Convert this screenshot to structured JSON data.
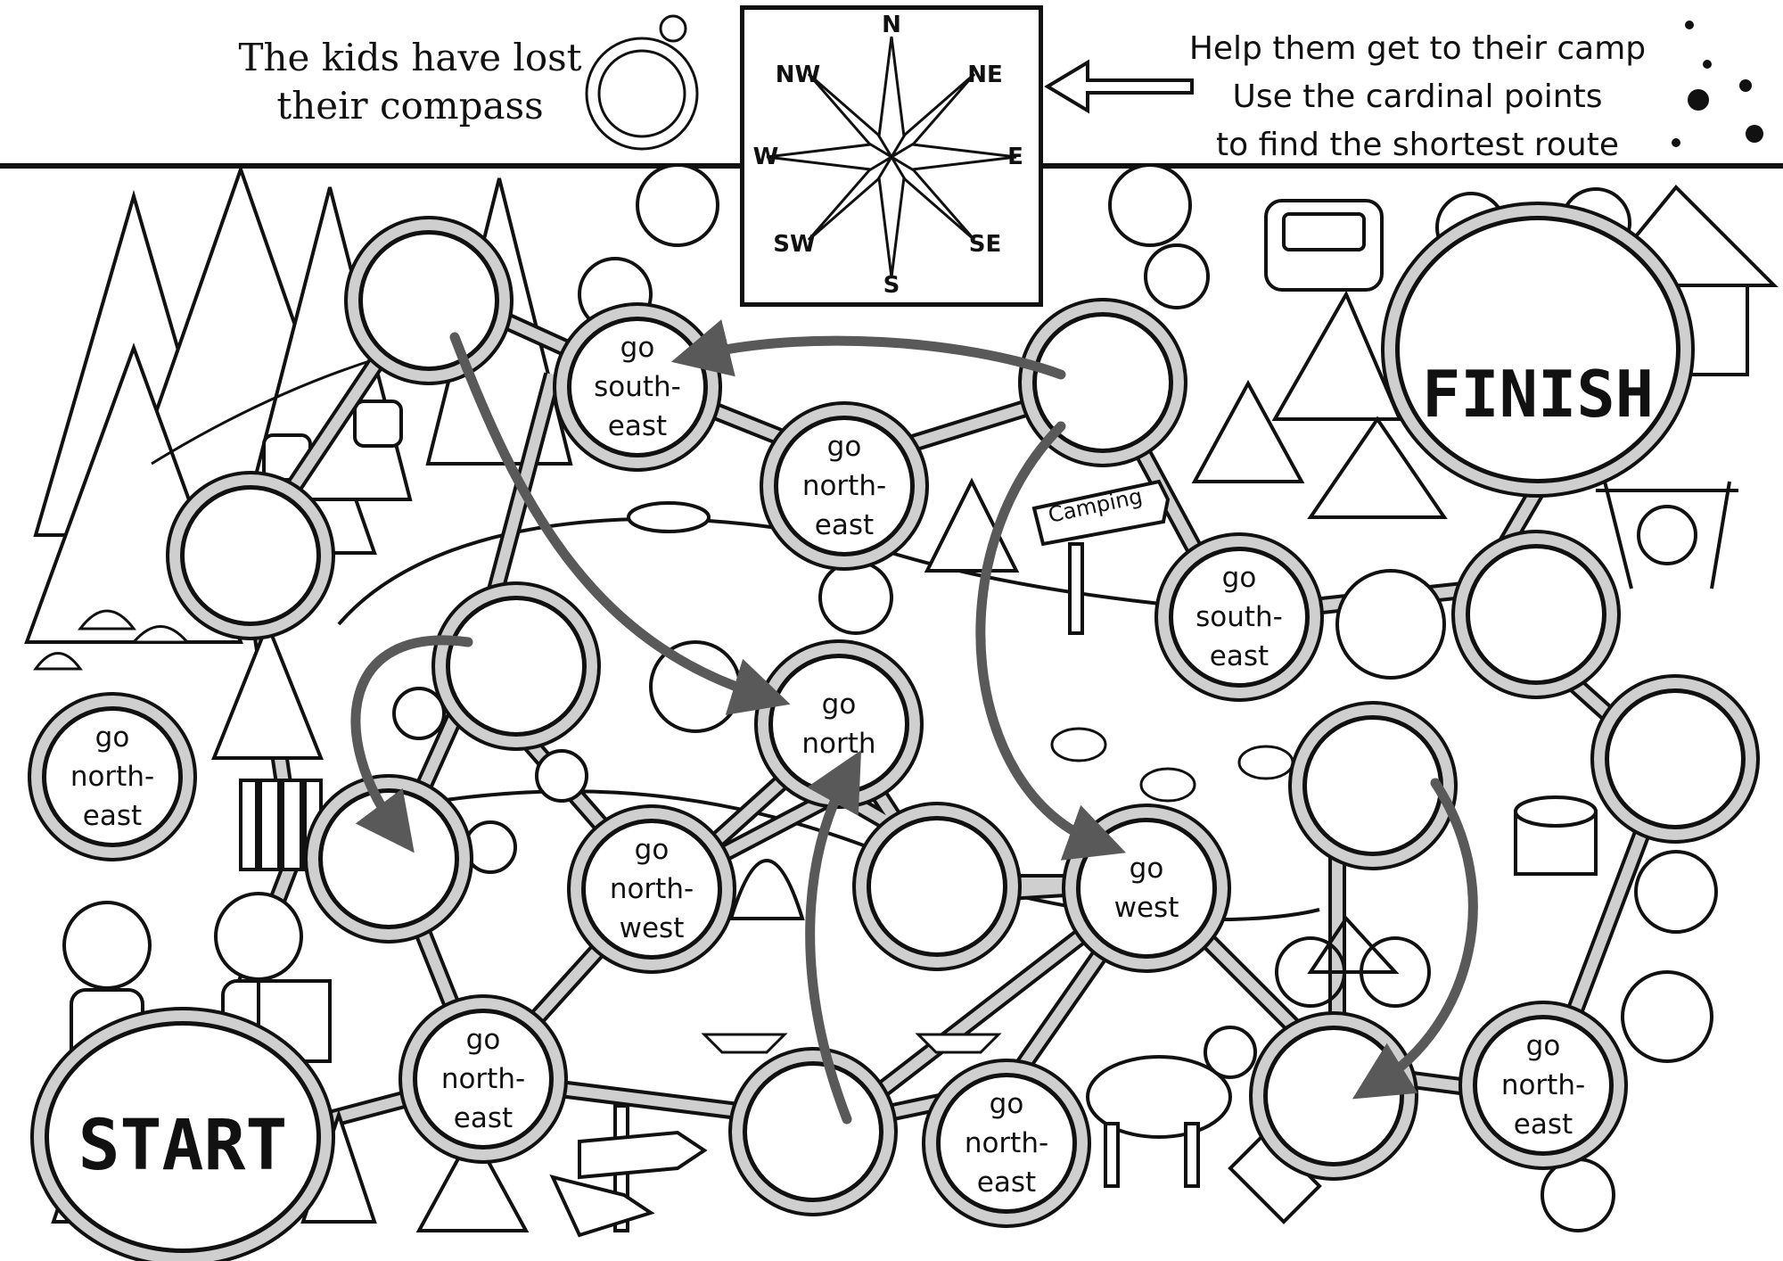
{
  "header": {
    "intro_line1": "The kids have lost",
    "intro_line2": "their compass",
    "instructions": [
      "Help them get to their camp",
      "Use the cardinal points",
      "to find the shortest route"
    ]
  },
  "compass": {
    "N": "N",
    "NE": "NE",
    "E": "E",
    "SE": "SE",
    "S": "S",
    "SW": "SW",
    "W": "W",
    "NW": "NW"
  },
  "board": {
    "start_label": "START",
    "finish_label": "FINISH",
    "sign_text": "Camping",
    "nodes": {
      "n_southeast_top": "go\nsouth-\neast",
      "n_northeast_mid": "go\nnorth-\neast",
      "n_southeast_right": "go\nsouth-\neast",
      "n_north_center": "go\nnorth",
      "n_northeast_left": "go\nnorth-\neast",
      "n_northwest": "go\nnorth-\nwest",
      "n_west": "go\nwest",
      "n_northeast_bottom_left": "go\nnorth-\neast",
      "n_northeast_bottom_center": "go\nnorth-\neast",
      "n_northeast_bottom_right": "go\nnorth-\neast"
    }
  },
  "colors": {
    "ink": "#111111",
    "path": "#cfcfcf",
    "arrow": "#595959"
  }
}
